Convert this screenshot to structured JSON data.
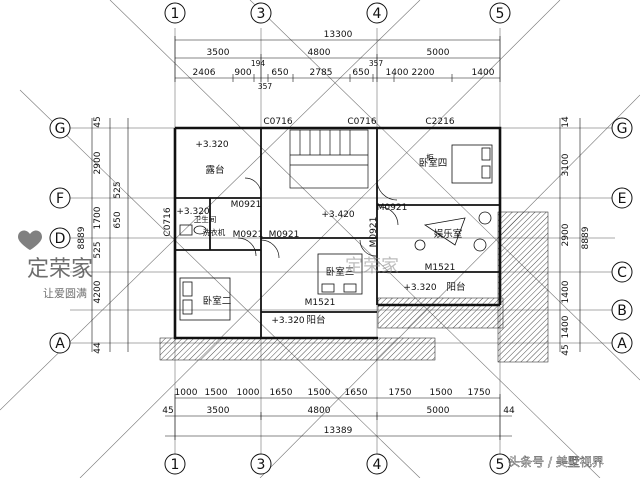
{
  "axes": {
    "columns": [
      "1",
      "3",
      "4",
      "5"
    ],
    "rows": [
      "G",
      "F",
      "E",
      "D",
      "C",
      "B",
      "A"
    ]
  },
  "dimensions": {
    "top_total": "13300",
    "top_spans": [
      "3500",
      "4800",
      "5000"
    ],
    "top_detail": [
      "2406",
      "900",
      "194",
      "650",
      "2785",
      "650",
      "357",
      "1400",
      "2200",
      "1400"
    ],
    "top_detail_small": "357",
    "bottom_detail": [
      "1000",
      "1500",
      "1000",
      "1650",
      "1500",
      "1650",
      "1750",
      "1500",
      "1750"
    ],
    "bottom_spans": [
      "45",
      "3500",
      "4800",
      "5000",
      "44"
    ],
    "bottom_total": "13389",
    "left": [
      "45",
      "2900",
      "525",
      "1700",
      "650",
      "525",
      "4200",
      "44",
      "8889"
    ],
    "right": [
      "14",
      "3100",
      "2900",
      "1400",
      "1400",
      "45",
      "8889"
    ]
  },
  "openings": {
    "windows": [
      "C0716",
      "C0716",
      "C2216",
      "C0716"
    ],
    "doors": [
      "M0921",
      "M0921",
      "M0921",
      "M0921",
      "M0921",
      "M1521",
      "M1521"
    ],
    "levels": [
      "+3.320",
      "+3.420",
      "+3.320",
      "+3.320",
      "+3.320"
    ]
  },
  "rooms": {
    "terrace": "露台",
    "bathroom": "卫生间",
    "bedroom2": "卧室二",
    "bedroom3": "卧室三",
    "bedroom4": "卧室四",
    "entertainment": "娱乐室",
    "balcony1": "阳台",
    "balcony2": "阳台"
  },
  "fixtures": {
    "washer": "洗衣机",
    "cabinet": "柜"
  },
  "watermarks": {
    "brand": "定荣家",
    "brand_sub": "让爱圆满",
    "source": "头条号 / 美墅视界"
  },
  "colors": {
    "line": "#111111",
    "grid": "#555555",
    "brand": "#c8102e"
  }
}
